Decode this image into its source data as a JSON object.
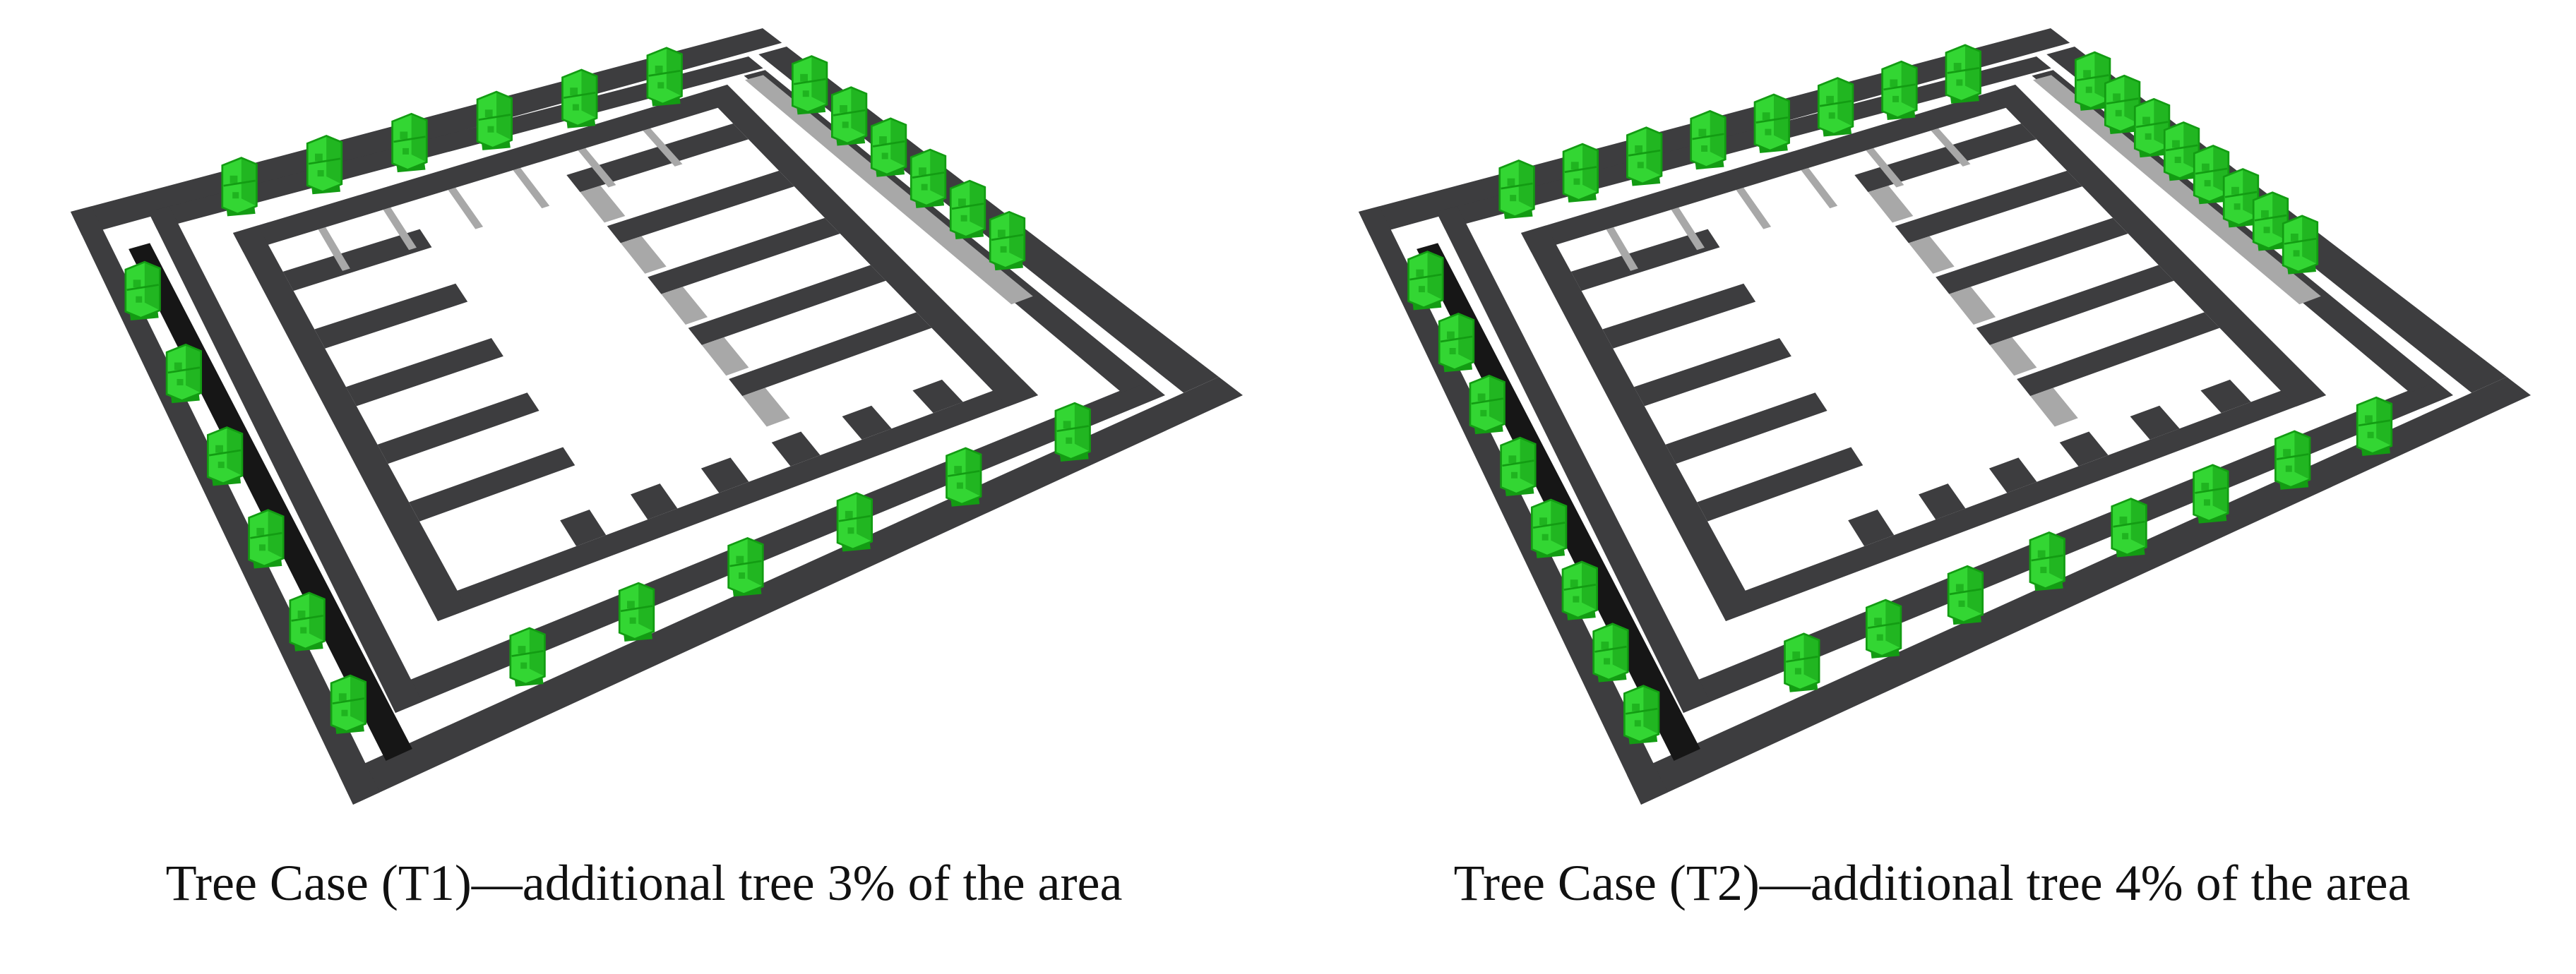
{
  "panels": [
    {
      "caption": "Tree Case (T1)—additional tree 3% of the area",
      "tree_fraction_percent": 3
    },
    {
      "caption": "Tree Case (T2)—additional tree 4% of the area",
      "tree_fraction_percent": 4
    }
  ],
  "colors": {
    "road": "#3d3d3f",
    "road_dark": "#161616",
    "wall_shade": "#a8a8a8",
    "tree": "#33d633",
    "tree_dark": "#139c13",
    "background": "#ffffff"
  },
  "icons": [
    "tree-icon"
  ]
}
